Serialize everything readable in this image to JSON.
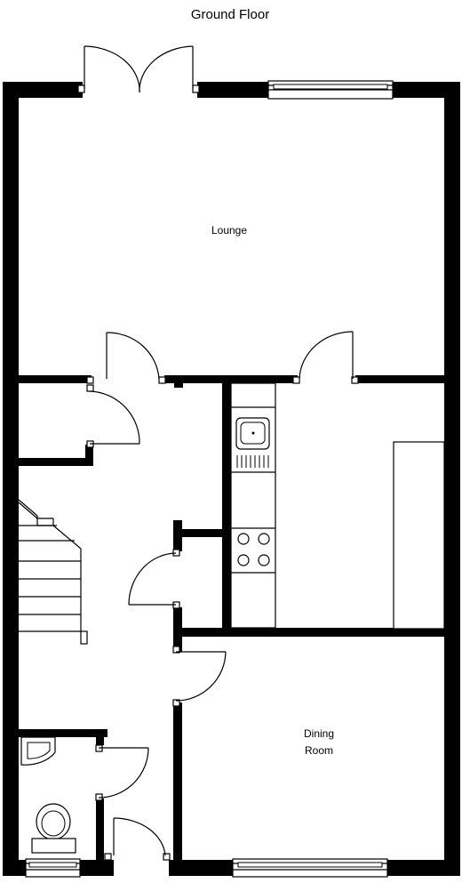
{
  "title": "Ground Floor",
  "rooms": {
    "lounge": "Lounge",
    "dining_line1": "Dining",
    "dining_line2": "Room"
  },
  "colors": {
    "wall": "#000000",
    "background": "#ffffff"
  },
  "icons": {
    "window": "window-icon",
    "door": "door-swing-icon",
    "french_doors": "french-doors-icon",
    "sink": "sink-icon",
    "hob": "hob-icon",
    "stairs": "stairs-icon",
    "toilet": "toilet-icon",
    "basin": "basin-icon"
  }
}
